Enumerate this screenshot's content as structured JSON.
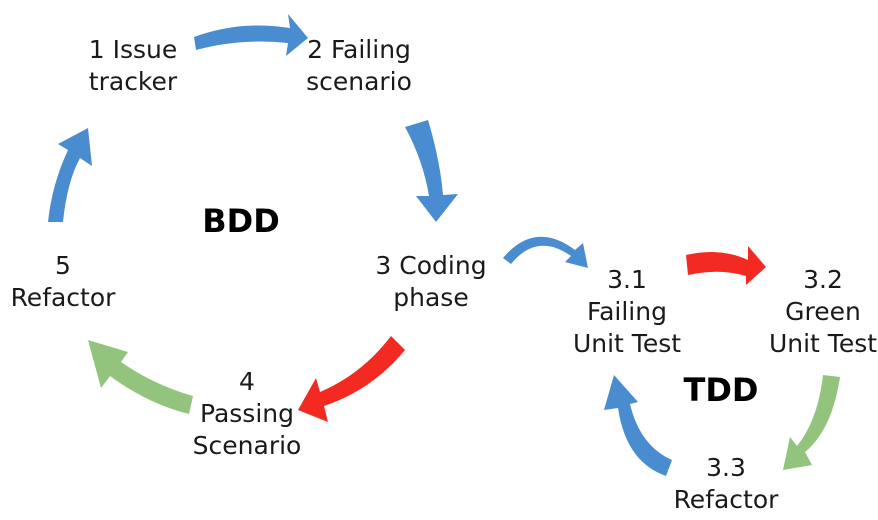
{
  "colors": {
    "blue": "#4a8cd0",
    "red": "#f22a22",
    "green": "#93c47d"
  },
  "bdd": {
    "title": "BDD",
    "nodes": {
      "issue_tracker": [
        "1 Issue",
        "tracker"
      ],
      "failing_scenario": [
        "2 Failing",
        "scenario"
      ],
      "coding_phase": [
        "3 Coding",
        "phase"
      ],
      "passing_scenario": [
        "4",
        "Passing",
        "Scenario"
      ],
      "refactor": [
        "5",
        "Refactor"
      ]
    }
  },
  "tdd": {
    "title": "TDD",
    "nodes": {
      "failing_unit_test": [
        "3.1",
        "Failing",
        "Unit Test"
      ],
      "green_unit_test": [
        "3.2",
        "Green",
        "Unit Test"
      ],
      "refactor": [
        "3.3",
        "Refactor"
      ]
    }
  }
}
